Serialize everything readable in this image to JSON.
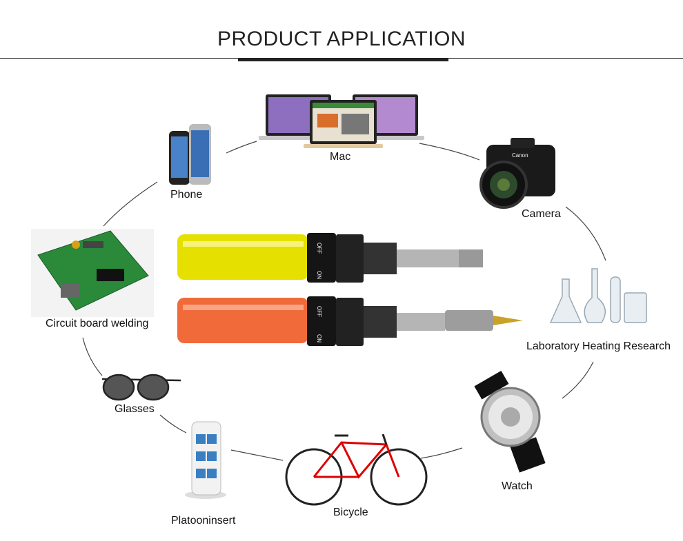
{
  "header": {
    "title": "PRODUCT APPLICATION"
  },
  "applications": {
    "mac": "Mac",
    "phone": "Phone",
    "camera": "Camera",
    "circuit": "Circuit board welding",
    "lab": "Laboratory Heating Research",
    "glasses": "Glasses",
    "watch": "Watch",
    "platoon": "Platooninsert",
    "bicycle": "Bicycle"
  },
  "product": {
    "switch_off": "OFF",
    "switch_on": "ON"
  },
  "camera_brand": "Canon",
  "colors": {
    "yellow_tank": "#e6e000",
    "red_tank": "#f06a3a",
    "accent_line": "#222222"
  }
}
